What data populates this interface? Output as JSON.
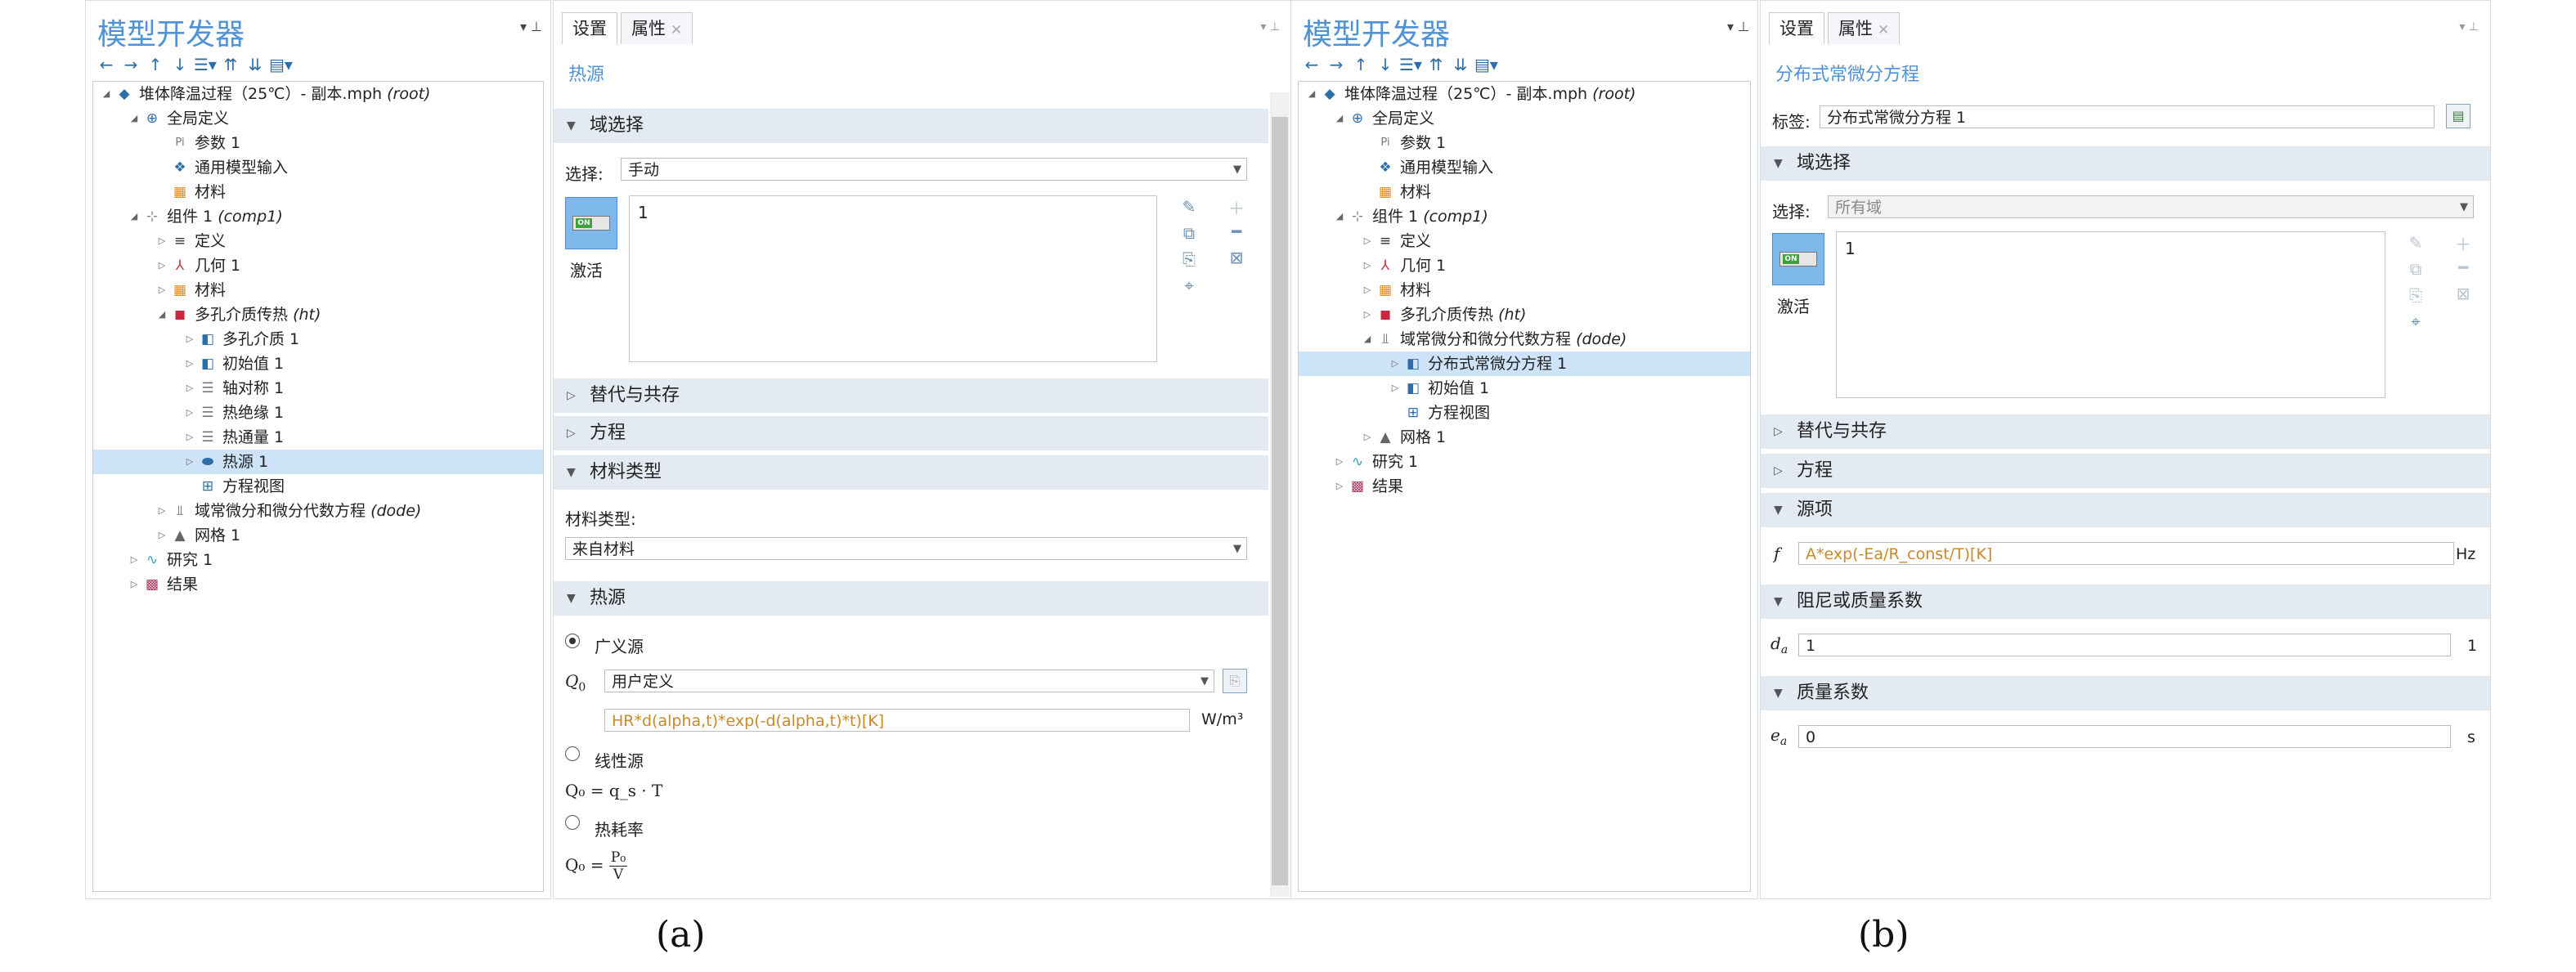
{
  "colors": {
    "accent_title": "#4f93d6",
    "section_bg": "#e4eaf2",
    "selected_row": "#cde3f7",
    "expression_text": "#c8892a"
  },
  "toolbar_icons": [
    "arrow-left-icon",
    "arrow-right-icon",
    "arrow-up-icon",
    "arrow-down-icon",
    "show-icon",
    "collapse-all-icon",
    "expand-all-icon",
    "view-icon"
  ],
  "a": {
    "model_builder": {
      "title": "模型开发器",
      "tree": [
        {
          "label": "堆体降温过程（25℃）- 副本.mph",
          "tag": "(root)"
        },
        {
          "label": "全局定义"
        },
        {
          "label": "参数 1"
        },
        {
          "label": "通用模型输入"
        },
        {
          "label": "材料"
        },
        {
          "label": "组件 1",
          "tag": "(comp1)"
        },
        {
          "label": "定义"
        },
        {
          "label": "几何 1"
        },
        {
          "label": "材料"
        },
        {
          "label": "多孔介质传热",
          "tag": "(ht)"
        },
        {
          "label": "多孔介质 1"
        },
        {
          "label": "初始值 1"
        },
        {
          "label": "轴对称 1"
        },
        {
          "label": "热绝缘 1"
        },
        {
          "label": "热通量 1"
        },
        {
          "label": "热源 1"
        },
        {
          "label": "方程视图"
        },
        {
          "label": "域常微分和微分代数方程",
          "tag": "(dode)"
        },
        {
          "label": "网格 1"
        },
        {
          "label": "研究 1"
        },
        {
          "label": "结果"
        }
      ]
    },
    "settings": {
      "tabs": [
        "设置",
        "属性"
      ],
      "title": "热源",
      "sections": {
        "domain": "域选择",
        "override": "替代与共存",
        "equation": "方程",
        "material_type": "材料类型",
        "heat_source": "热源"
      },
      "selection_label": "选择:",
      "selection_value": "手动",
      "domain_list": [
        "1"
      ],
      "activate_label": "激活",
      "toggle_text": "ON",
      "material_type_label": "材料类型:",
      "material_type_value": "来自材料",
      "general_source": "广义源",
      "q0_symbol": "Q",
      "q0_sub": "0",
      "q0_option": "用户定义",
      "q0_expression": "HR*d(alpha,t)*exp(-d(alpha,t)*t)[K]",
      "q0_unit": "W/m³",
      "linear_source": "线性源",
      "linear_formula": "Q₀ = q_s · T",
      "heat_rate": "热耗率",
      "rate_numerator": "P₀",
      "rate_denominator": "V"
    },
    "caption": "(a)"
  },
  "b": {
    "model_builder": {
      "title": "模型开发器",
      "tree": [
        {
          "label": "堆体降温过程（25℃）- 副本.mph",
          "tag": "(root)"
        },
        {
          "label": "全局定义"
        },
        {
          "label": "参数 1"
        },
        {
          "label": "通用模型输入"
        },
        {
          "label": "材料"
        },
        {
          "label": "组件 1",
          "tag": "(comp1)"
        },
        {
          "label": "定义"
        },
        {
          "label": "几何 1"
        },
        {
          "label": "材料"
        },
        {
          "label": "多孔介质传热",
          "tag": "(ht)"
        },
        {
          "label": "域常微分和微分代数方程",
          "tag": "(dode)"
        },
        {
          "label": "分布式常微分方程 1"
        },
        {
          "label": "初始值 1"
        },
        {
          "label": "方程视图"
        },
        {
          "label": "网格 1"
        },
        {
          "label": "研究 1"
        },
        {
          "label": "结果"
        }
      ]
    },
    "settings": {
      "tabs": [
        "设置",
        "属性"
      ],
      "title": "分布式常微分方程",
      "label_caption": "标签:",
      "label_value": "分布式常微分方程 1",
      "sections": {
        "domain": "域选择",
        "override": "替代与共存",
        "equation": "方程",
        "source": "源项",
        "damping": "阻尼或质量系数",
        "mass": "质量系数"
      },
      "selection_label": "选择:",
      "selection_value": "所有域",
      "domain_list": [
        "1"
      ],
      "activate_label": "激活",
      "toggle_text": "ON",
      "f_symbol": "f",
      "f_value": "A*exp(-Ea/R_const/T)[K]",
      "f_unit": "Hz",
      "da_symbol": "d",
      "da_sub": "a",
      "da_value": "1",
      "da_unit": "1",
      "ea_symbol": "e",
      "ea_sub": "a",
      "ea_value": "0",
      "ea_unit": "s"
    },
    "caption": "(b)"
  }
}
